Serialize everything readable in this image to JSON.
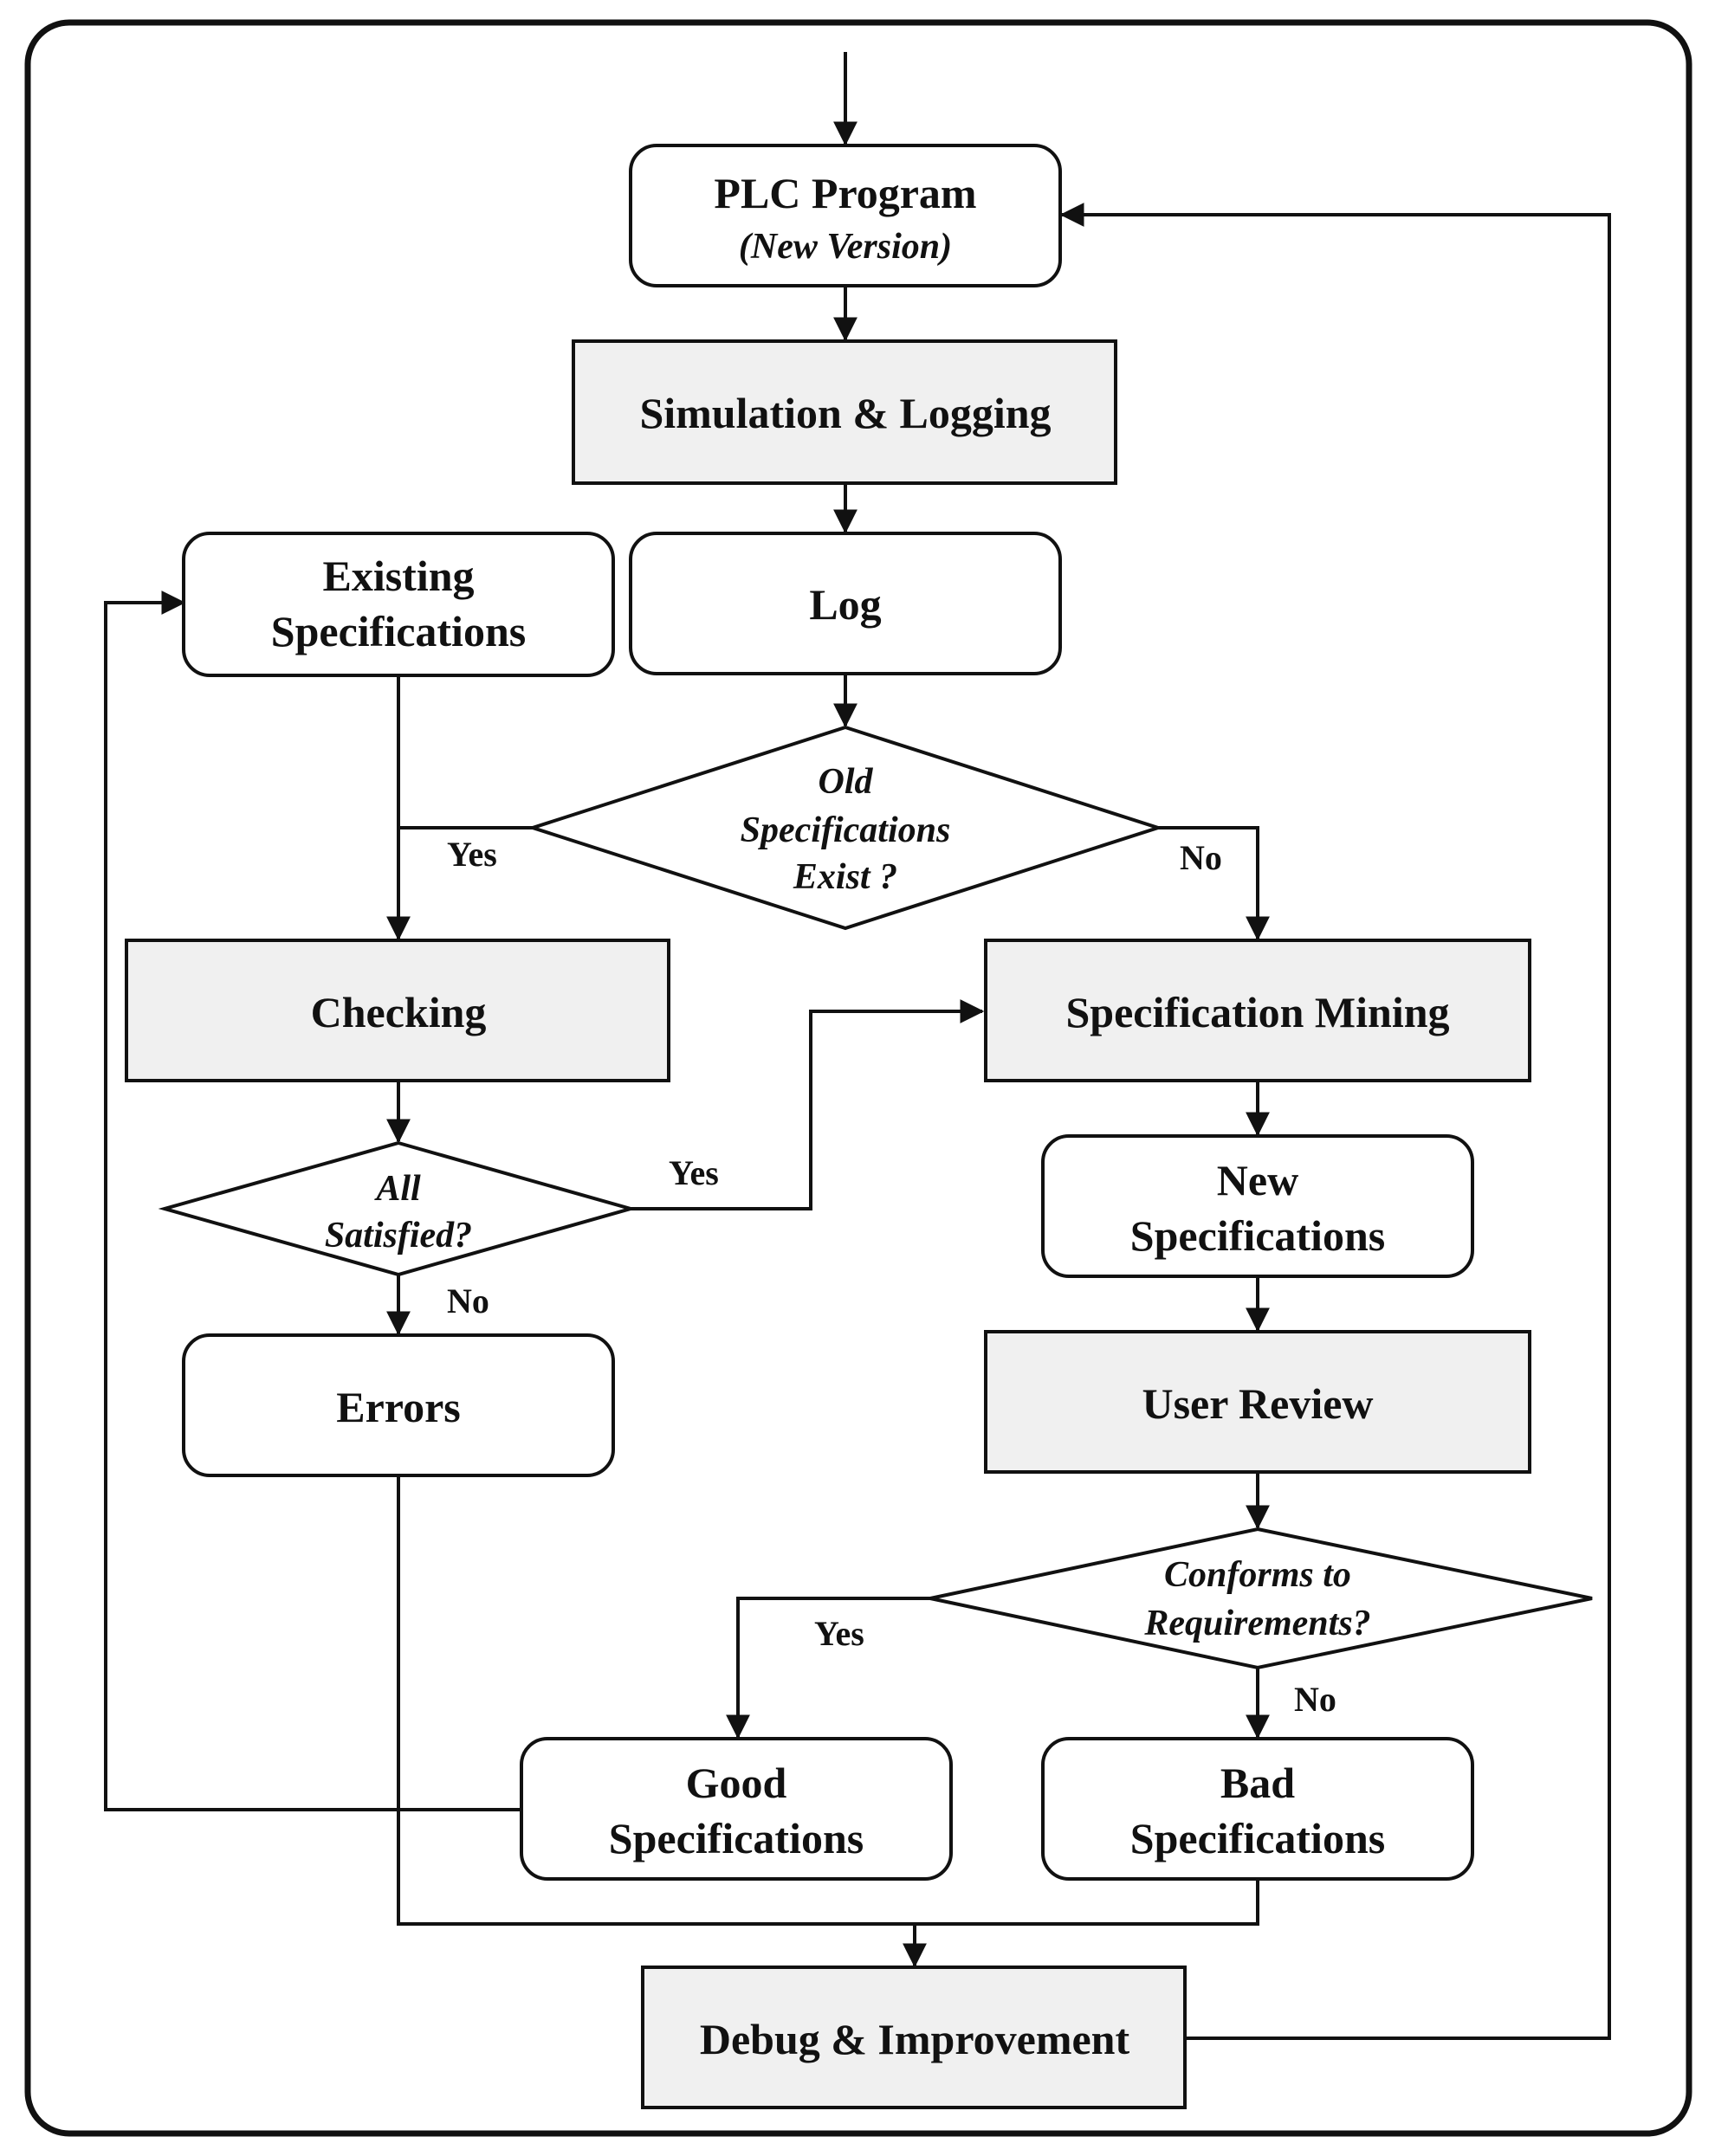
{
  "nodes": {
    "plc_program": {
      "label": "PLC Program",
      "sublabel": "(New Version)"
    },
    "simulation": {
      "label": "Simulation & Logging"
    },
    "log": {
      "label": "Log"
    },
    "existing_specs": {
      "label_line1": "Existing",
      "label_line2": "Specifications"
    },
    "old_specs_decision": {
      "line1": "Old",
      "line2": "Specifications",
      "line3": "Exist ?"
    },
    "checking": {
      "label": "Checking"
    },
    "spec_mining": {
      "label": "Specification Mining"
    },
    "all_satisfied": {
      "line1": "All",
      "line2": "Satisfied?"
    },
    "new_specs": {
      "label_line1": "New",
      "label_line2": "Specifications"
    },
    "errors": {
      "label": "Errors"
    },
    "user_review": {
      "label": "User Review"
    },
    "conforms_decision": {
      "line1": "Conforms to",
      "line2": "Requirements?"
    },
    "good_specs": {
      "label_line1": "Good",
      "label_line2": "Specifications"
    },
    "bad_specs": {
      "label_line1": "Bad",
      "label_line2": "Specifications"
    },
    "debug": {
      "label": "Debug & Improvement"
    }
  },
  "edge_labels": {
    "old_yes": "Yes",
    "old_no": "No",
    "all_yes": "Yes",
    "all_no": "No",
    "conforms_yes": "Yes",
    "conforms_no": "No"
  },
  "colors": {
    "process_fill": "#f0f0f0",
    "stroke": "#111111",
    "background": "#ffffff"
  }
}
